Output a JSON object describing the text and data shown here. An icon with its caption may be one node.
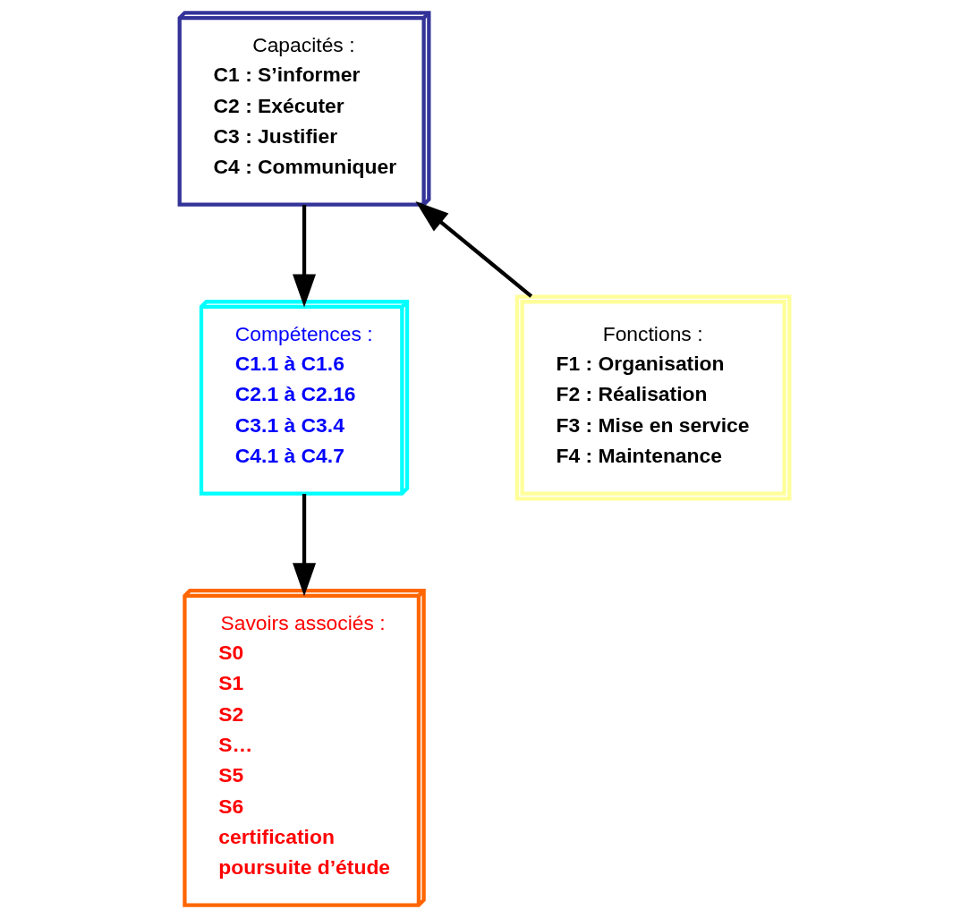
{
  "diagram": {
    "nodes": [
      {
        "text": [
          "Capacités :",
          "C1 : S’informer",
          "C2 : Exécuter",
          "C3 : Justifier",
          "C4 : Communiquer"
        ]
      },
      {
        "text": [
          "Fonctions :",
          "F1 : Organisation",
          "F2 : Réalisation",
          "F3 : Mise en service",
          "F4 : Maintenance"
        ]
      },
      {
        "text": [
          "Compétences :",
          "C1.1 à C1.6",
          "C2.1 à C2.16",
          "C3.1 à C3.4",
          "C4.1 à C4.7"
        ]
      },
      {
        "text": [
          "Savoirs associés :",
          "S0",
          "S1",
          "S2",
          "S…",
          "S5",
          "S6",
          "certification",
          "poursuite d’étude"
        ]
      }
    ],
    "edges": [
      {
        "from": 1,
        "to": 0,
        "arrow": "to"
      },
      {
        "from": 0,
        "to": 2,
        "arrow": "to"
      },
      {
        "from": 2,
        "to": 3,
        "arrow": "to"
      }
    ]
  }
}
